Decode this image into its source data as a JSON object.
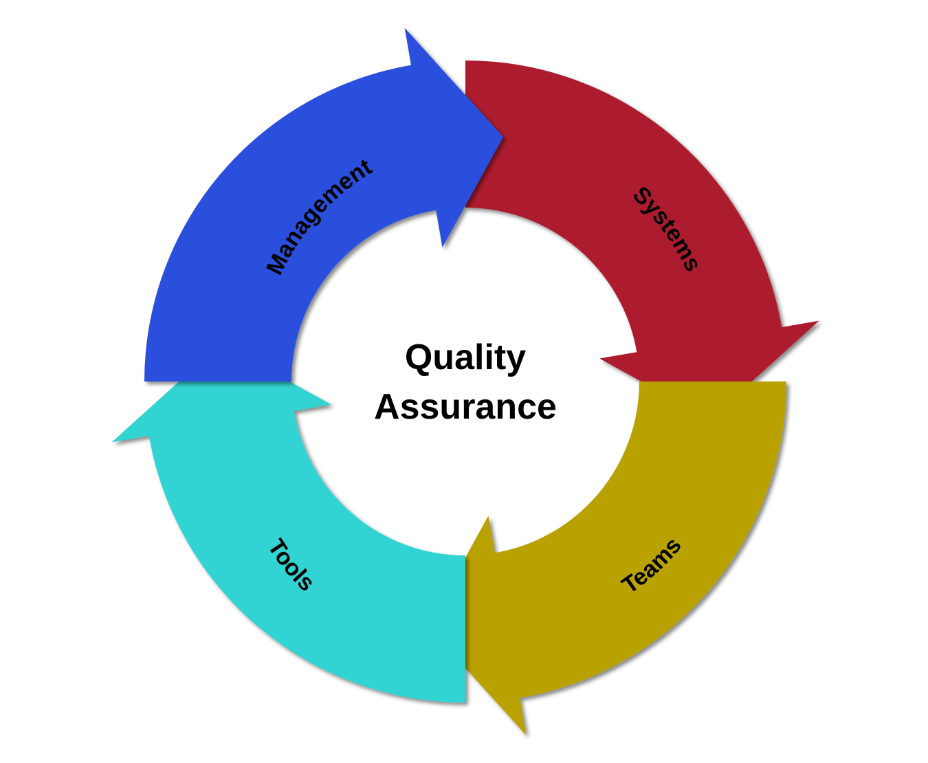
{
  "title_line1": "Quality",
  "title_line2": "Assurance",
  "segments": [
    {
      "label": "Management",
      "color": "#2b4fdc"
    },
    {
      "label": "Systems",
      "color": "#ad1c2e"
    },
    {
      "label": "Teams",
      "color": "#b9a200"
    },
    {
      "label": "Tools",
      "color": "#33d3d3"
    }
  ]
}
